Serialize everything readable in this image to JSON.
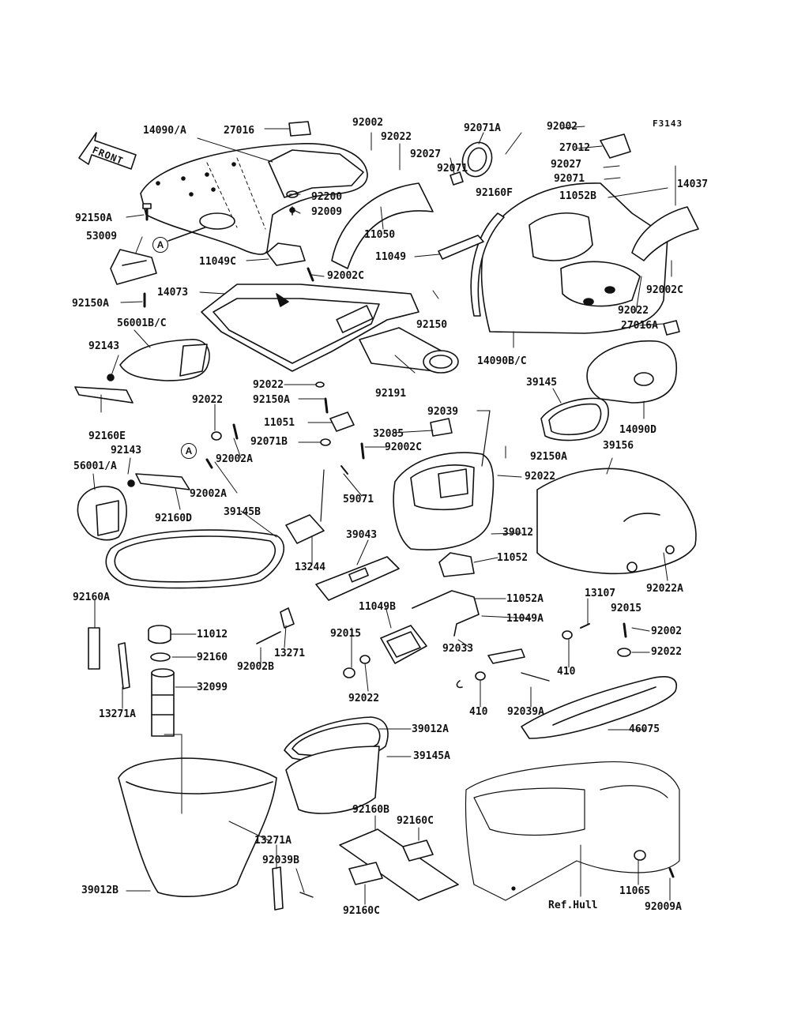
{
  "figure_code": "F3143",
  "front_arrow_text": "FRONT",
  "reference_mark": "A",
  "hull_reference": "Ref.Hull",
  "parts": [
    {
      "id": "p01",
      "label": "14090/A"
    },
    {
      "id": "p02",
      "label": "27016"
    },
    {
      "id": "p03",
      "label": "92002"
    },
    {
      "id": "p04",
      "label": "92022"
    },
    {
      "id": "p05",
      "label": "92071A"
    },
    {
      "id": "p06",
      "label": "92027"
    },
    {
      "id": "p07",
      "label": "92071"
    },
    {
      "id": "p08",
      "label": "92002"
    },
    {
      "id": "p09",
      "label": "27012"
    },
    {
      "id": "p10",
      "label": "92027"
    },
    {
      "id": "p11",
      "label": "92071"
    },
    {
      "id": "p12",
      "label": "11052B"
    },
    {
      "id": "p13",
      "label": "14037"
    },
    {
      "id": "p14",
      "label": "92200"
    },
    {
      "id": "p15",
      "label": "92009"
    },
    {
      "id": "p16",
      "label": "92160F"
    },
    {
      "id": "p17",
      "label": "92150A"
    },
    {
      "id": "p18",
      "label": "53009"
    },
    {
      "id": "p19",
      "label": "11050"
    },
    {
      "id": "p20",
      "label": "11049C"
    },
    {
      "id": "p21",
      "label": "11049"
    },
    {
      "id": "p22",
      "label": "92002C"
    },
    {
      "id": "p23",
      "label": "92002C"
    },
    {
      "id": "p24",
      "label": "14073"
    },
    {
      "id": "p25",
      "label": "92150A"
    },
    {
      "id": "p26",
      "label": "92022"
    },
    {
      "id": "p27",
      "label": "56001B/C"
    },
    {
      "id": "p28",
      "label": "92150"
    },
    {
      "id": "p29",
      "label": "27016A"
    },
    {
      "id": "p30",
      "label": "92143"
    },
    {
      "id": "p31",
      "label": "14090B/C"
    },
    {
      "id": "p32",
      "label": "92191"
    },
    {
      "id": "p33",
      "label": "92022"
    },
    {
      "id": "p34",
      "label": "92150A"
    },
    {
      "id": "p35",
      "label": "39145"
    },
    {
      "id": "p36",
      "label": "92160E"
    },
    {
      "id": "p37",
      "label": "92022"
    },
    {
      "id": "p38",
      "label": "92039"
    },
    {
      "id": "p39",
      "label": "11051"
    },
    {
      "id": "p40",
      "label": "14090D"
    },
    {
      "id": "p41",
      "label": "32085"
    },
    {
      "id": "p42",
      "label": "92143"
    },
    {
      "id": "p43",
      "label": "92071B"
    },
    {
      "id": "p44",
      "label": "92002C"
    },
    {
      "id": "p45",
      "label": "92002A"
    },
    {
      "id": "p46",
      "label": "92150A"
    },
    {
      "id": "p47",
      "label": "39156"
    },
    {
      "id": "p48",
      "label": "56001/A"
    },
    {
      "id": "p49",
      "label": "92022"
    },
    {
      "id": "p50",
      "label": "92002A"
    },
    {
      "id": "p51",
      "label": "59071"
    },
    {
      "id": "p52",
      "label": "92160D"
    },
    {
      "id": "p53",
      "label": "39145B"
    },
    {
      "id": "p54",
      "label": "39012"
    },
    {
      "id": "p55",
      "label": "39043"
    },
    {
      "id": "p56",
      "label": "11052"
    },
    {
      "id": "p57",
      "label": "13244"
    },
    {
      "id": "p58",
      "label": "92022A"
    },
    {
      "id": "p59",
      "label": "92160A"
    },
    {
      "id": "p60",
      "label": "13107"
    },
    {
      "id": "p61",
      "label": "11052A"
    },
    {
      "id": "p62",
      "label": "11049B"
    },
    {
      "id": "p63",
      "label": "11049A"
    },
    {
      "id": "p64",
      "label": "92015"
    },
    {
      "id": "p65",
      "label": "11012"
    },
    {
      "id": "p66",
      "label": "92015"
    },
    {
      "id": "p67",
      "label": "92002"
    },
    {
      "id": "p68",
      "label": "13271"
    },
    {
      "id": "p69",
      "label": "92160"
    },
    {
      "id": "p70",
      "label": "92033"
    },
    {
      "id": "p71",
      "label": "92022"
    },
    {
      "id": "p72",
      "label": "92002B"
    },
    {
      "id": "p73",
      "label": "410"
    },
    {
      "id": "p74",
      "label": "32099"
    },
    {
      "id": "p75",
      "label": "92022"
    },
    {
      "id": "p76",
      "label": "410"
    },
    {
      "id": "p77",
      "label": "13271A"
    },
    {
      "id": "p78",
      "label": "92039A"
    },
    {
      "id": "p79",
      "label": "39012A"
    },
    {
      "id": "p80",
      "label": "46075"
    },
    {
      "id": "p81",
      "label": "39145A"
    },
    {
      "id": "p82",
      "label": "92160B"
    },
    {
      "id": "p83",
      "label": "92160C"
    },
    {
      "id": "p84",
      "label": "13271A"
    },
    {
      "id": "p85",
      "label": "92039B"
    },
    {
      "id": "p86",
      "label": "39012B"
    },
    {
      "id": "p87",
      "label": "11065"
    },
    {
      "id": "p88",
      "label": "92160C"
    },
    {
      "id": "p89",
      "label": "92009A"
    }
  ]
}
